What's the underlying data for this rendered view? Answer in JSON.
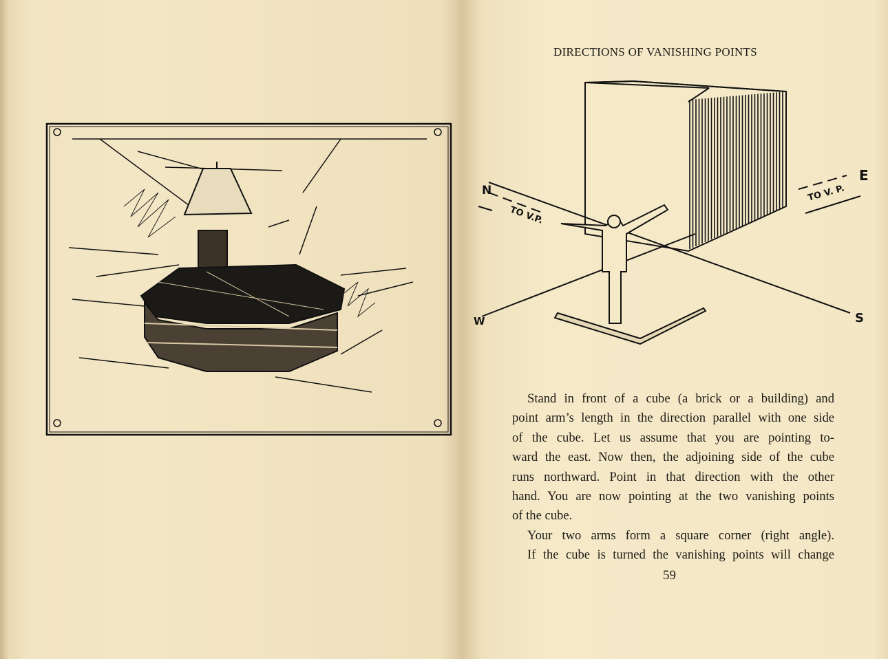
{
  "right_page": {
    "heading": "DIRECTIONS OF VANISHING POINTS",
    "figure_labels": {
      "north": "N",
      "south": "S",
      "east": "E",
      "west": "W",
      "to_vp_left": "TO V.P.",
      "to_vp_right": "TO V. P."
    },
    "paragraphs": [
      [
        "Stand in front of a cube (a brick or a building) and",
        "point arm’s length in the direction parallel with one side",
        "of the cube.  Let us assume that you are pointing to-",
        "ward the east.  Now then, the adjoining side of the cube",
        "runs northward.  Point in that direction with the other",
        "hand.  You are now pointing at the two vanishing points",
        "of the cube."
      ],
      [
        "Your two arms form a square corner (right angle)."
      ],
      [
        "If the cube is turned the vanishing points will change"
      ]
    ],
    "page_number": "59"
  }
}
